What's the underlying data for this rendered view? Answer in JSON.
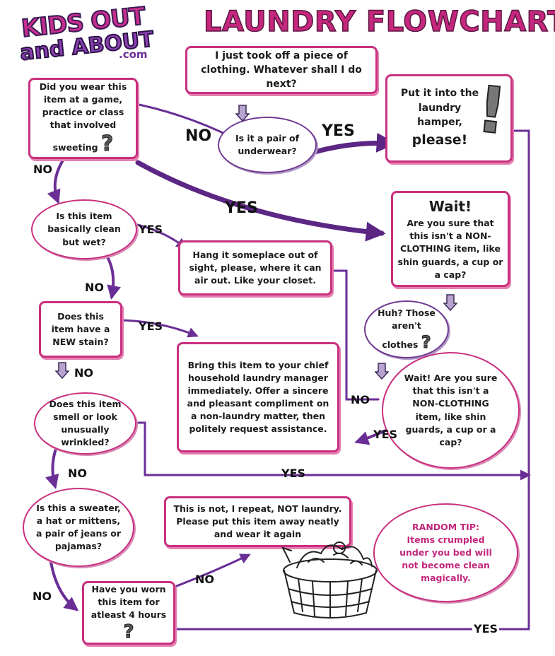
{
  "header": {
    "logo_line1": "KIDS OUT",
    "logo_line2": "and ABOUT",
    "logo_suffix": ".com",
    "title": "LAUNDRY FLOWCHART"
  },
  "nodes": {
    "start": "I just took off a piece of clothing. Whatever shall I do next?",
    "underwear": "Is it a pair of underwear?",
    "hamper_line1": "Put it into the laundry hamper,",
    "hamper_line2": "please!",
    "sweat": "Did you wear this item at a game, practice or class that involved sweeting",
    "clean_wet": "Is this item basically clean but wet?",
    "wait1_title": "Wait!",
    "wait1_body": "Are you sure that this isn't a NON-CLOTHING item, like shin guards, a cup or a cap?",
    "hang": "Hang it someplace out of sight, please, where it can air out. Like your closet.",
    "huh": "Huh? Those aren't clothes",
    "new_stain": "Does this item have a NEW stain?",
    "bring": "Bring this item to your chief household laundry manager immediately. Offer a sincere and pleasant compliment on a non-laundry matter, then politely request assistance.",
    "wait2": "Wait! Are you sure that this isn't a NON-CLOTHING item, like shin guards, a cup or a cap?",
    "smell": "Does this item smell or look unusually wrinkled?",
    "sweater": "Is this a sweater, a hat or mittens, a pair of jeans or pajamas?",
    "not_laundry": "This is not, I repeat, NOT laundry. Please put this item away neatly and wear it again",
    "tip_title": "RANDOM TIP:",
    "tip_body": "Items crumpled under you bed will not become clean magically.",
    "worn": "Have you worn this item for atleast 4 hours"
  },
  "labels": {
    "no_underwear": "NO",
    "yes_underwear": "YES",
    "no_sweat": "NO",
    "yes_sweat": "YES",
    "yes_clean": "YES",
    "no_clean": "NO",
    "yes_stain": "YES",
    "no_stain": "NO",
    "no_wait2": "NO",
    "yes_wait2": "YES",
    "no_smell": "NO",
    "yes_smell": "YES",
    "no_sweater": "NO",
    "no_worn": "NO",
    "yes_worn": "YES"
  },
  "colors": {
    "pink": "#c9307f",
    "purple": "#6a2e96",
    "title": "#c4277d"
  },
  "icons": [
    "down-arrow-icon",
    "question-mark-icon",
    "exclamation-icon",
    "laundry-basket-icon"
  ]
}
